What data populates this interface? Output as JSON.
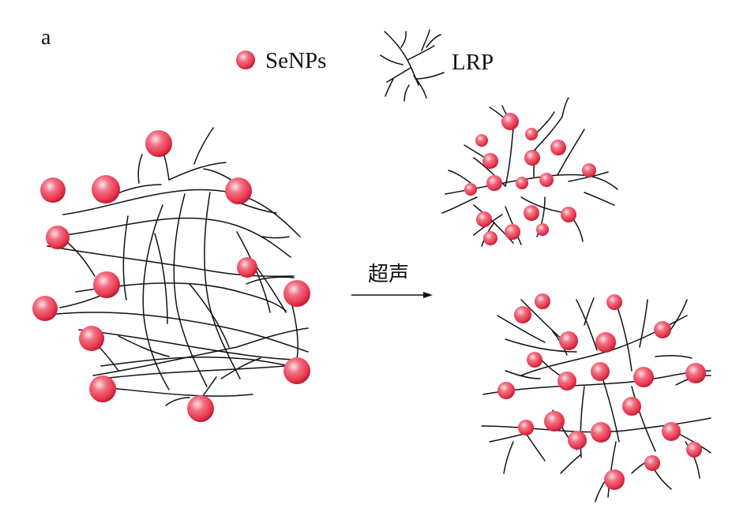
{
  "panel_label": "a",
  "legend": {
    "particle_label": "SeNPs",
    "fiber_label": "LRP"
  },
  "process": {
    "label": "超声"
  },
  "colors": {
    "particle": "#e8384e",
    "particle_highlight": "#fde3e6",
    "particle_shadow": "#b81430",
    "fiber": "#111111",
    "text": "#111111"
  }
}
